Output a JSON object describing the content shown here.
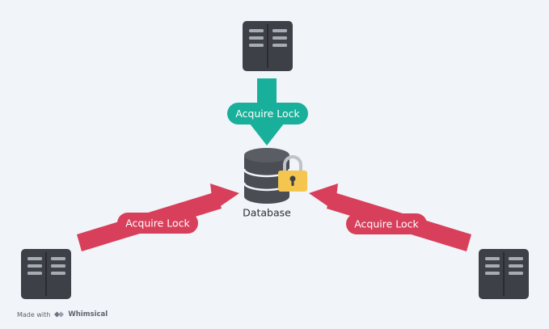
{
  "diagram": {
    "center_label": "Database",
    "arrows": [
      {
        "label": "Acquire Lock",
        "color": "#18b09a"
      },
      {
        "label": "Acquire Lock",
        "color": "#d83f5a"
      },
      {
        "label": "Acquire Lock",
        "color": "#d83f5a"
      }
    ]
  },
  "footer": {
    "made_with": "Made with",
    "brand": "Whimsical"
  },
  "colors": {
    "background": "#f1f4f8",
    "server": "#3d4047",
    "server_slot": "#a7abb2",
    "database": "#4a4d53",
    "lock_body": "#f5c64f",
    "teal": "#18b09a",
    "red": "#d83f5a"
  }
}
